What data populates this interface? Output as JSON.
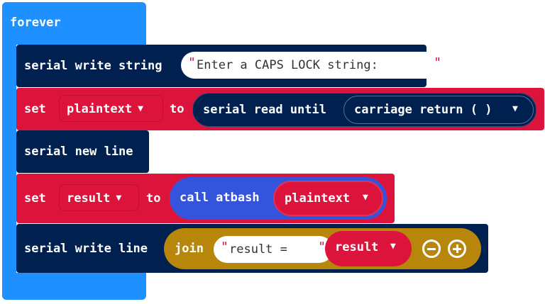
{
  "forever": {
    "label": "forever"
  },
  "blocks": {
    "write_string": {
      "label": "serial write string",
      "value": "Enter a CAPS LOCK string: "
    },
    "set_plaintext": {
      "set": "set",
      "var": "plaintext",
      "to": "to",
      "read": "serial read until",
      "delimiter": "carriage return ( )"
    },
    "new_line": {
      "label": "serial new line"
    },
    "set_result": {
      "set": "set",
      "var": "result",
      "to": "to",
      "call": "call atbash",
      "arg": "plaintext"
    },
    "write_line": {
      "label": "serial write line",
      "join": "join",
      "text": "result = ",
      "var": "result"
    }
  },
  "colors": {
    "control": "#1e90ff",
    "serial": "#002050",
    "variables": "#dc143c",
    "functions": "#3455db",
    "text": "#b8860b"
  },
  "icons": {
    "dropdown": "▼",
    "quote_open": "\"",
    "quote_close": "\""
  }
}
